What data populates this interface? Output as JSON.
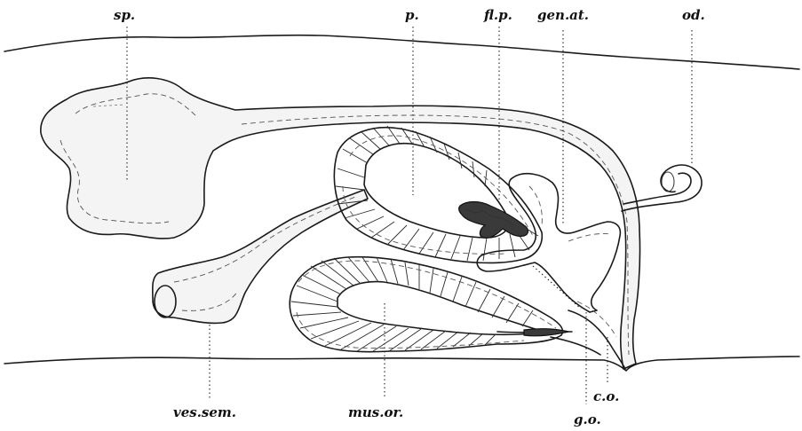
{
  "labels": {
    "sp": "sp.",
    "p": "p.",
    "flp": "fl.p.",
    "genat": "gen.at.",
    "od": "od.",
    "vessem": "ves.sem.",
    "musor": "mus.or.",
    "go": "g.o.",
    "co": "c.o."
  },
  "icons": {
    "seminal_vesicle": "tubular-vesicle-shape",
    "penis": "muscular-bulb-shape",
    "muscular_organ": "fan-hatched-bulb-shape"
  }
}
